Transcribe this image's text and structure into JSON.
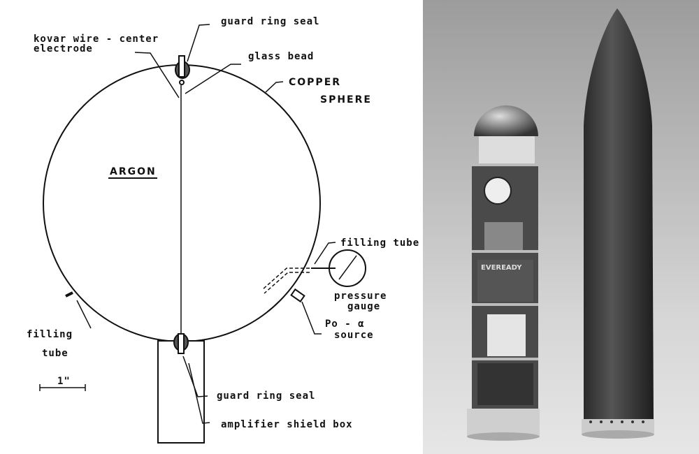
{
  "diagram": {
    "labels": {
      "guard_ring_seal_top": "guard ring seal",
      "kovar_wire_1": "kovar wire - center",
      "kovar_wire_2": "electrode",
      "glass_bead": "glass bead",
      "copper_1": "COPPER",
      "copper_2": "SPHERE",
      "argon": "ARGON",
      "filling_tube_right": "filling tube",
      "pressure_1": "pressure",
      "pressure_2": "gauge",
      "po_1": "Po - α",
      "po_2": "source",
      "filling_tube_left_1": "filling",
      "filling_tube_left_2": "tube",
      "scale": "1\"",
      "guard_ring_seal_bottom": "guard ring seal",
      "amplifier": "amplifier shield box"
    }
  },
  "photo": {
    "battery_label": "EVEREADY"
  }
}
